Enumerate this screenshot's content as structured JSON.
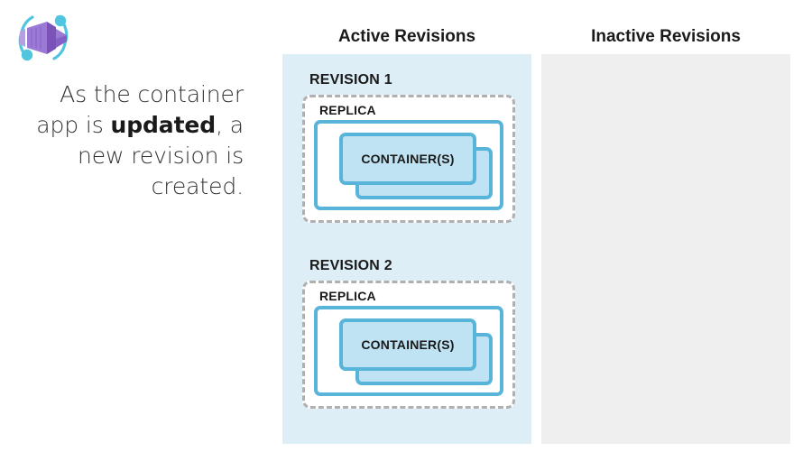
{
  "logo": {
    "name": "azure-container-apps-logo",
    "box_color": "#8661c5",
    "box_color_light": "#b4a0e3",
    "box_color_dark": "#7a52b8",
    "orbit_color": "#50c5e0"
  },
  "caption": {
    "line_1": "As the container",
    "line_2_prefix": "app is ",
    "line_2_bold": "updated",
    "line_2_suffix": ", a",
    "line_3": "new revision is",
    "line_4": "created."
  },
  "columns": {
    "active": {
      "heading": "Active Revisions",
      "background": "#ddeef7"
    },
    "inactive": {
      "heading": "Inactive Revisions",
      "background": "#efefef",
      "revisions": []
    }
  },
  "revisions": [
    {
      "label": "REVISION 1",
      "replica_label": "REPLICA",
      "container_label": "CONTAINER(S)",
      "container_count": 2
    },
    {
      "label": "REVISION 2",
      "replica_label": "REPLICA",
      "container_label": "CONTAINER(S)",
      "container_count": 2
    }
  ],
  "colors": {
    "accent_cyan": "#59b4d9",
    "container_fill": "#bfe3f2",
    "dashed_border": "#b0b0b0",
    "text": "#1a1a1a"
  }
}
